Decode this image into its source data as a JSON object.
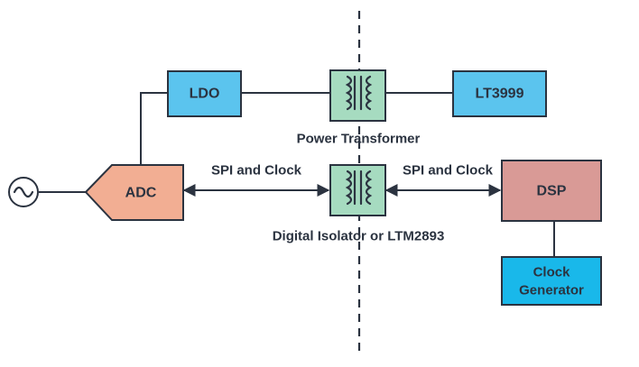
{
  "blocks": {
    "ldo": {
      "label": "LDO",
      "color": "#5bc4ee"
    },
    "lt3999": {
      "label": "LT3999",
      "color": "#5bc4ee"
    },
    "adc": {
      "label": "ADC",
      "color": "#f2ae93"
    },
    "dsp": {
      "label": "DSP",
      "color": "#d99a96"
    },
    "clock": {
      "label_line1": "Clock",
      "label_line2": "Generator",
      "color": "#19b8ea"
    }
  },
  "transformers": {
    "power": {
      "label": "Power Transformer",
      "color": "#a6dbc0"
    },
    "digital": {
      "label": "Digital Isolator or LTM2893",
      "color": "#a6dbc0"
    }
  },
  "links": {
    "left": {
      "label": "SPI and Clock"
    },
    "right": {
      "label": "SPI and Clock"
    }
  },
  "source": {
    "icon": "sine-source-icon"
  },
  "line_color": "#2b3340"
}
